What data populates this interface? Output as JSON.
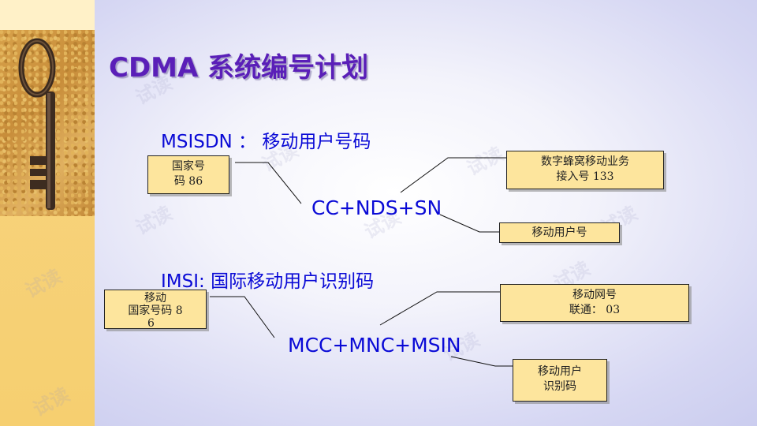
{
  "title": "CDMA 系统编号计划",
  "msisdn": {
    "heading": "MSISDN ： 移动用户号码",
    "formula": "CC+NDS+SN",
    "box_cc": [
      "国家号",
      "码 86"
    ],
    "box_nds": [
      "数字蜂窝移动业务",
      "接入号 133"
    ],
    "box_sn": [
      "移动用户号"
    ]
  },
  "imsi": {
    "heading": "IMSI: 国际移动用户识别码",
    "formula": "MCC+MNC+MSIN",
    "box_mcc": [
      "移动",
      "国家号码 8",
      "6"
    ],
    "box_mnc": [
      "移动网号",
      "联通： 03"
    ],
    "box_msin": [
      "移动用户",
      "识别码"
    ]
  },
  "watermark": "试读",
  "colors": {
    "title": "#5a1fb8",
    "text": "#0a0ad6",
    "box_fill": "#fde59d"
  }
}
